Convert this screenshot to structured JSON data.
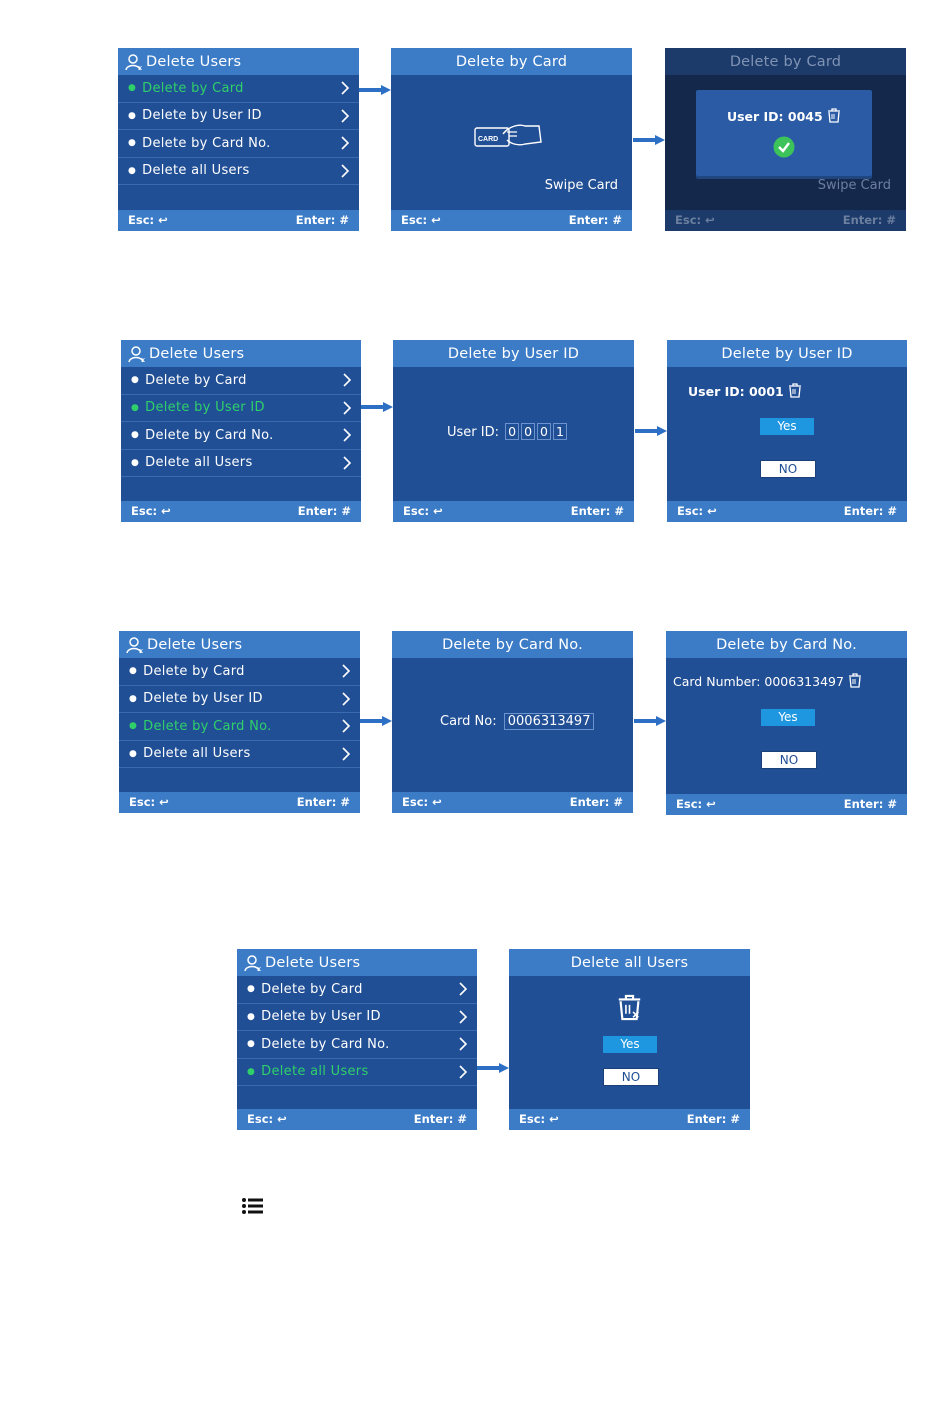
{
  "common": {
    "esc_label": "Esc:",
    "enter_label": "Enter:",
    "yes": "Yes",
    "no": "NO"
  },
  "menu": {
    "title": "Delete Users",
    "items": [
      {
        "label": "Delete by Card"
      },
      {
        "label": "Delete by User ID"
      },
      {
        "label": "Delete by Card No."
      },
      {
        "label": "Delete all Users"
      }
    ]
  },
  "card": {
    "title": "Delete by Card",
    "card_icon_text": "CARD",
    "swipe": "Swipe Card",
    "result_label": "User ID: 0045"
  },
  "userid": {
    "title": "Delete by User ID",
    "input_label": "User ID:",
    "digits": [
      "0",
      "0",
      "0",
      "1"
    ],
    "confirm_label": "User ID: 0001"
  },
  "cardno": {
    "title": "Delete by Card No.",
    "input_label": "Card No:",
    "input_value": "0006313497",
    "confirm_label": "Card Number: 0006313497"
  },
  "all": {
    "title": "Delete all Users"
  },
  "colors": {
    "screen_bg": "#214f95",
    "header_bg": "#3c7cc7",
    "selected_text": "#2fd06a",
    "yes_button": "#1f97e0",
    "arrow": "#2c6fc4"
  }
}
